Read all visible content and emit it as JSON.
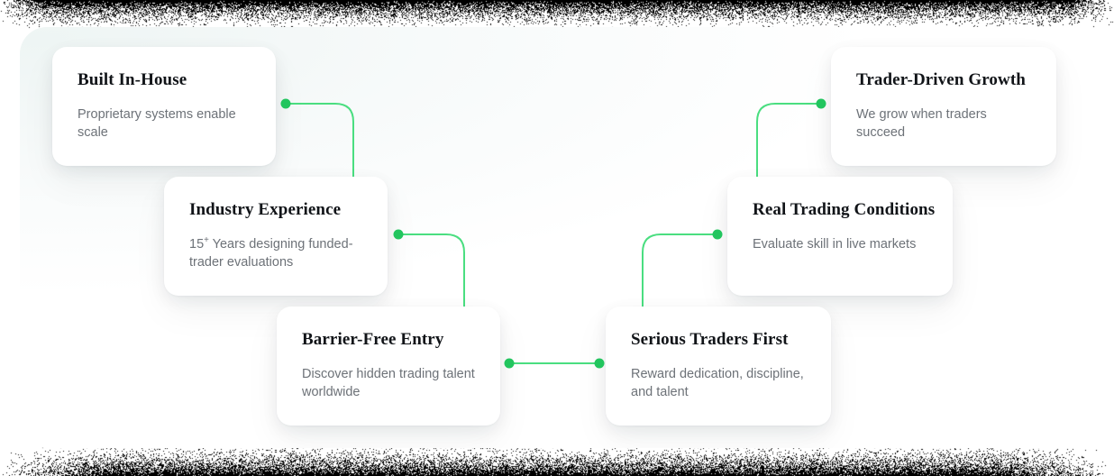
{
  "theme": {
    "dot_color": "#22C55E",
    "line_color": "#4ADE80",
    "card_background": "#FFFFFF",
    "title_color": "#111418",
    "description_color": "#6D7278",
    "stage_background": "#FFFFFF"
  },
  "cards": [
    {
      "id": "built-in-house",
      "title": "Built In-House",
      "description": "Proprietary systems enable scale",
      "column": "left",
      "row": 1
    },
    {
      "id": "industry-experience",
      "title": "Industry Experience",
      "description_prefix": "15",
      "description_sup": "+",
      "description_suffix": " Years designing funded-trader evaluations",
      "description": "15+ Years designing funded-trader evaluations",
      "column": "left",
      "row": 2
    },
    {
      "id": "barrier-free-entry",
      "title": "Barrier-Free Entry",
      "description": "Discover hidden trading talent worldwide",
      "column": "left",
      "row": 3
    },
    {
      "id": "trader-driven-growth",
      "title": "Trader-Driven Growth",
      "description": "We grow when traders succeed",
      "column": "right",
      "row": 1
    },
    {
      "id": "real-trading-conditions",
      "title": "Real Trading Conditions",
      "description": "Evaluate skill in live markets",
      "column": "right",
      "row": 2
    },
    {
      "id": "serious-traders-first",
      "title": "Serious Traders First",
      "description": "Reward dedication, discipline, and talent",
      "column": "right",
      "row": 3
    }
  ],
  "connectors": [
    {
      "id": "built-in-house-to-industry-experience",
      "from": "built-in-house",
      "to": "industry-experience",
      "side": "left"
    },
    {
      "id": "industry-experience-to-barrier-free-entry",
      "from": "industry-experience",
      "to": "barrier-free-entry",
      "side": "left"
    },
    {
      "id": "barrier-free-entry-to-serious-traders-first",
      "from": "barrier-free-entry",
      "to": "serious-traders-first",
      "side": "center"
    },
    {
      "id": "trader-driven-growth-to-real-trading-conditions",
      "from": "trader-driven-growth",
      "to": "real-trading-conditions",
      "side": "right"
    },
    {
      "id": "real-trading-conditions-to-serious-traders-first",
      "from": "real-trading-conditions",
      "to": "serious-traders-first",
      "side": "right"
    }
  ]
}
